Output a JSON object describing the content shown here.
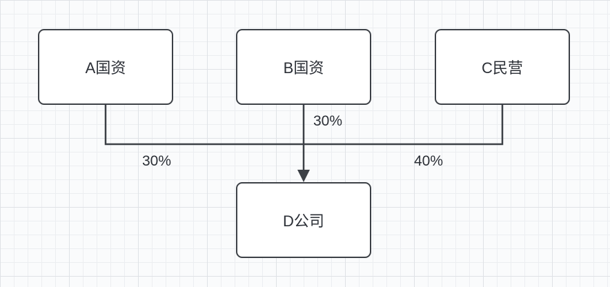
{
  "diagram": {
    "title": "ownership-structure",
    "nodes": [
      {
        "id": "A",
        "label": "A国资"
      },
      {
        "id": "B",
        "label": "B国资"
      },
      {
        "id": "C",
        "label": "C民营"
      },
      {
        "id": "D",
        "label": "D公司"
      }
    ],
    "edges": [
      {
        "from": "A",
        "to": "D",
        "label": "30%"
      },
      {
        "from": "B",
        "to": "D",
        "label": "30%"
      },
      {
        "from": "C",
        "to": "D",
        "label": "40%"
      }
    ],
    "colors": {
      "node_border": "#3c4046",
      "node_fill": "#ffffff",
      "text": "#2b2f36",
      "connector": "#3c4046",
      "grid_line": "#eceef1",
      "background": "#fafbfc"
    }
  }
}
